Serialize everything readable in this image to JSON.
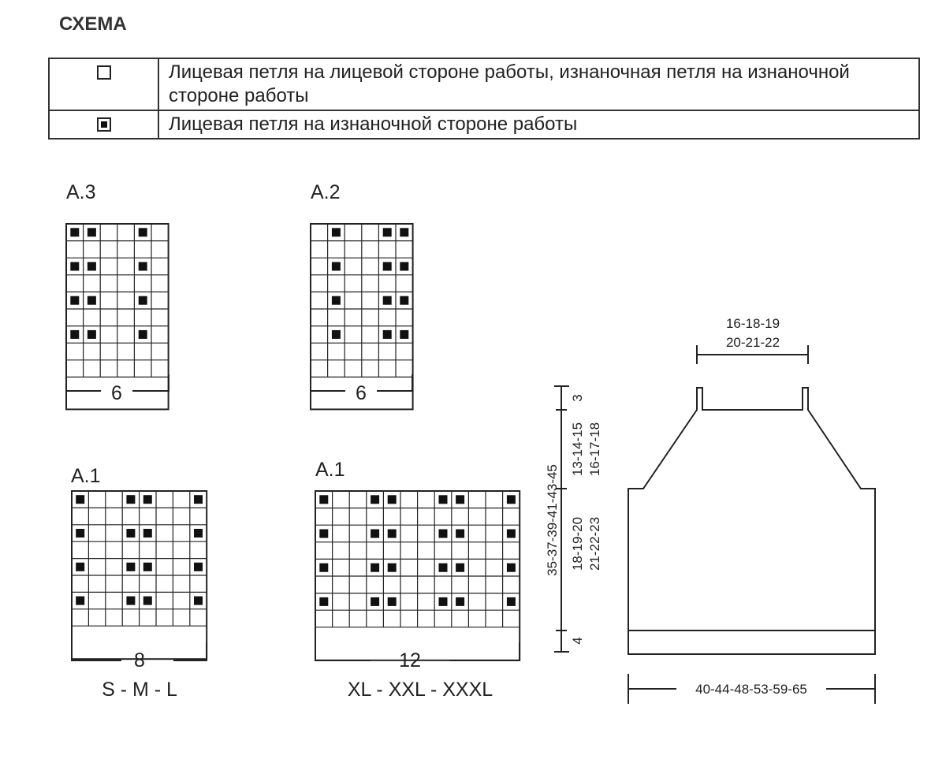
{
  "heading": "СХЕМА",
  "legend": [
    {
      "symbol": "empty-square",
      "text": "Лицевая петля на лицевой стороне работы, изнаночная петля на изнаночной стороне работы"
    },
    {
      "symbol": "filled-square",
      "text": "Лицевая петля на изнаночной стороне работы"
    }
  ],
  "charts": {
    "a3": {
      "title": "A.3",
      "repeat": "6",
      "cols": 6,
      "rows": 9,
      "filled": [
        [
          0,
          0
        ],
        [
          0,
          1
        ],
        [
          0,
          4
        ],
        [
          2,
          0
        ],
        [
          2,
          1
        ],
        [
          2,
          4
        ],
        [
          4,
          0
        ],
        [
          4,
          1
        ],
        [
          4,
          4
        ],
        [
          6,
          0
        ],
        [
          6,
          1
        ],
        [
          6,
          4
        ]
      ]
    },
    "a2": {
      "title": "A.2",
      "repeat": "6",
      "cols": 6,
      "rows": 9,
      "filled": [
        [
          0,
          1
        ],
        [
          0,
          4
        ],
        [
          0,
          5
        ],
        [
          2,
          1
        ],
        [
          2,
          4
        ],
        [
          2,
          5
        ],
        [
          4,
          1
        ],
        [
          4,
          4
        ],
        [
          4,
          5
        ],
        [
          6,
          1
        ],
        [
          6,
          4
        ],
        [
          6,
          5
        ]
      ]
    },
    "a1_small": {
      "title": "A.1",
      "repeat": "8",
      "sizes": "S - M - L",
      "cols": 8,
      "rows": 8,
      "filled": [
        [
          0,
          0
        ],
        [
          0,
          3
        ],
        [
          0,
          4
        ],
        [
          0,
          7
        ],
        [
          2,
          0
        ],
        [
          2,
          3
        ],
        [
          2,
          4
        ],
        [
          2,
          7
        ],
        [
          4,
          0
        ],
        [
          4,
          3
        ],
        [
          4,
          4
        ],
        [
          4,
          7
        ],
        [
          6,
          0
        ],
        [
          6,
          3
        ],
        [
          6,
          4
        ],
        [
          6,
          7
        ]
      ]
    },
    "a1_large": {
      "title": "A.1",
      "repeat": "12",
      "sizes": "XL - XXL - XXXL",
      "cols": 12,
      "rows": 8,
      "filled": [
        [
          0,
          0
        ],
        [
          0,
          3
        ],
        [
          0,
          4
        ],
        [
          0,
          7
        ],
        [
          0,
          8
        ],
        [
          0,
          11
        ],
        [
          2,
          0
        ],
        [
          2,
          3
        ],
        [
          2,
          4
        ],
        [
          2,
          7
        ],
        [
          2,
          8
        ],
        [
          2,
          11
        ],
        [
          4,
          0
        ],
        [
          4,
          3
        ],
        [
          4,
          4
        ],
        [
          4,
          7
        ],
        [
          4,
          8
        ],
        [
          4,
          11
        ],
        [
          6,
          0
        ],
        [
          6,
          3
        ],
        [
          6,
          4
        ],
        [
          6,
          7
        ],
        [
          6,
          8
        ],
        [
          6,
          11
        ]
      ]
    }
  },
  "schematic": {
    "neck_width_1": "16-18-19",
    "neck_width_2": "20-21-22",
    "total_length": "35-37-39-41-43-45",
    "neck_edge": "3",
    "yoke_1": "13-14-15",
    "yoke_2": "16-17-18",
    "body_1": "18-19-20",
    "body_2": "21-22-23",
    "rib": "4",
    "width": "40-44-48-53-59-65"
  }
}
